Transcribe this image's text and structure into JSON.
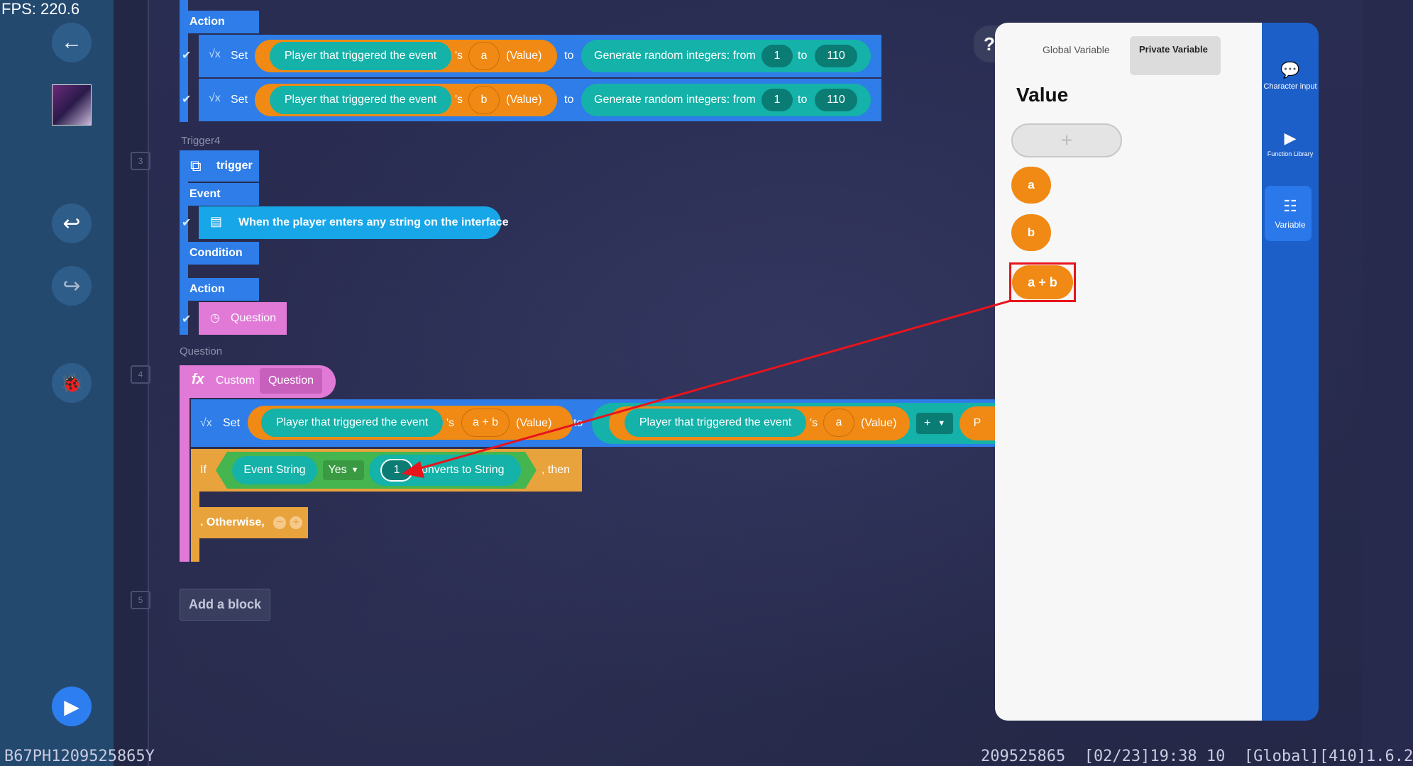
{
  "fps": "FPS: 220.6",
  "sidebar": {
    "back_icon": "←",
    "undo_icon": "↩",
    "redo_icon": "↪",
    "debug_icon": "🐞",
    "run_icon": "▶"
  },
  "row_numbers": [
    "3",
    "4",
    "5"
  ],
  "block1": {
    "action_label": "Action",
    "rows": [
      {
        "set": "Set",
        "target": "Player that triggered the event",
        "poss": "'s",
        "var": "a",
        "value": "(Value)",
        "to": "to",
        "func": "Generate random integers: from",
        "from": "1",
        "to_word": "to",
        "max": "110"
      },
      {
        "set": "Set",
        "target": "Player that triggered the event",
        "poss": "'s",
        "var": "b",
        "value": "(Value)",
        "to": "to",
        "func": "Generate random integers: from",
        "from": "1",
        "to_word": "to",
        "max": "110"
      }
    ]
  },
  "trigger4": {
    "name": "Trigger4",
    "header": "trigger",
    "event_label": "Event",
    "event_text": "When the player enters any string on the interface",
    "condition_label": "Condition",
    "action_label": "Action",
    "action_item": "Question"
  },
  "question": {
    "name": "Question",
    "fx": "fx",
    "custom": "Custom",
    "question_tag": "Question",
    "set_row": {
      "set": "Set",
      "target": "Player that triggered the event",
      "poss": "'s",
      "var": "a + b",
      "value": "(Value)",
      "to": "to",
      "target2": "Player that triggered the event",
      "poss2": "'s",
      "var2": "a",
      "value2": "(Value)",
      "op": "+",
      "cut": "P"
    },
    "if_row": {
      "if": "If",
      "event_string": "Event String",
      "yes": "Yes",
      "num": "1",
      "converts": "onverts to String",
      "then": ", then"
    },
    "otherwise": ". Otherwise,"
  },
  "add_block": "Add a block",
  "panel": {
    "help_icon": "?",
    "tab_global": "Global Variable",
    "tab_private": "Private Variable",
    "value_title": "Value",
    "add": "+",
    "variables": [
      "a",
      "b",
      "a + b"
    ]
  },
  "rail": {
    "items": [
      {
        "label": "Character input",
        "icon": "💬"
      },
      {
        "label": "Function Library",
        "icon": "▶"
      },
      {
        "label": "Variable",
        "icon": "☷"
      }
    ]
  },
  "status": {
    "left": "B67PH1209525865Y",
    "right": "209525865  [02/23]19:38 10  [Global][410]1.6.2"
  },
  "colors": {
    "accent": "#2e7de8",
    "orange": "#f08a14",
    "teal": "#14b2a8",
    "pink": "#e07ad6",
    "highlight": "#e8141c"
  }
}
